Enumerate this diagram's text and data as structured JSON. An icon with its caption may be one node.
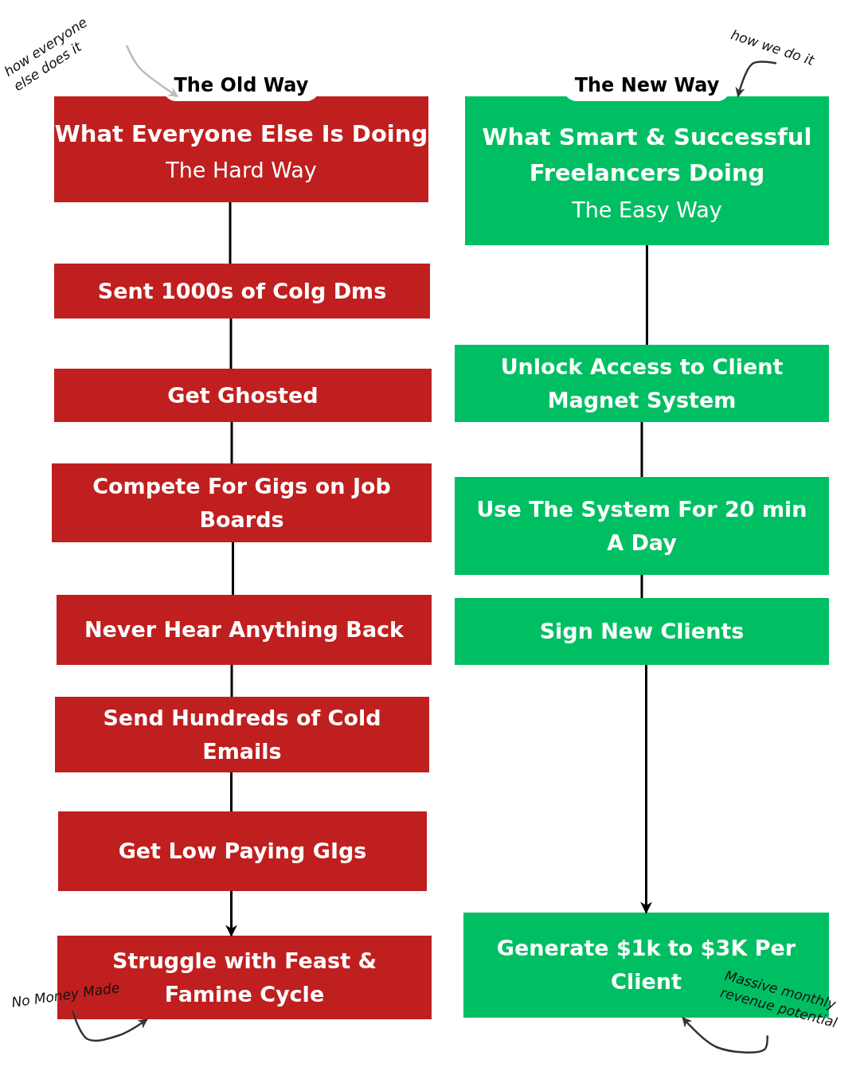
{
  "diagram": {
    "nodes": [
      {
        "text": [
          "The Old Way",
          "What Everyone Else Is Doing",
          "The Hard Way"
        ]
      },
      {
        "text": [
          "Sent 1000s of Colg Dms"
        ]
      },
      {
        "text": [
          "Get Ghosted"
        ]
      },
      {
        "text": [
          "Compete For Gigs on Job Boards"
        ]
      },
      {
        "text": [
          "Never Hear Anything Back"
        ]
      },
      {
        "text": [
          "Send Hundreds of Cold Emails"
        ]
      },
      {
        "text": [
          "Get Low Paying GIgs"
        ]
      },
      {
        "text": [
          "Struggle with Feast & Famine Cycle"
        ]
      },
      {
        "text": [
          "The New Way",
          "What Smart & Successful Freelancers Doing",
          "The Easy Way"
        ]
      },
      {
        "text": [
          "Unlock Access to Client Magnet System"
        ]
      },
      {
        "text": [
          "Use The System For 20 min A Day"
        ]
      },
      {
        "text": [
          "Sign New Clients"
        ]
      },
      {
        "text": [
          "Generate $1k to $3K Per Client"
        ]
      },
      {
        "text": [
          "how everyone else does it"
        ]
      },
      {
        "text": [
          "how we do it"
        ]
      },
      {
        "text": [
          "No Money Made"
        ]
      },
      {
        "text": [
          "Massive monthly revenue potential"
        ]
      }
    ],
    "edges": [
      {
        "from": 0,
        "to": 1,
        "arrow": "none"
      },
      {
        "from": 1,
        "to": 2,
        "arrow": "none"
      },
      {
        "from": 2,
        "to": 3,
        "arrow": "none"
      },
      {
        "from": 3,
        "to": 4,
        "arrow": "none"
      },
      {
        "from": 4,
        "to": 5,
        "arrow": "none"
      },
      {
        "from": 5,
        "to": 6,
        "arrow": "none"
      },
      {
        "from": 6,
        "to": 7,
        "arrow": "to"
      },
      {
        "from": 8,
        "to": 9,
        "arrow": "none"
      },
      {
        "from": 9,
        "to": 10,
        "arrow": "none"
      },
      {
        "from": 10,
        "to": 11,
        "arrow": "none"
      },
      {
        "from": 11,
        "to": 12,
        "arrow": "to"
      },
      {
        "from": 13,
        "to": 0,
        "arrow": "to",
        "color": "#bbbbbb"
      },
      {
        "from": 14,
        "to": 8,
        "arrow": "to",
        "color": "#333333"
      },
      {
        "from": 15,
        "to": 7,
        "arrow": "to",
        "color": "#333333"
      },
      {
        "from": 16,
        "to": 12,
        "arrow": "to",
        "color": "#333333"
      }
    ]
  }
}
